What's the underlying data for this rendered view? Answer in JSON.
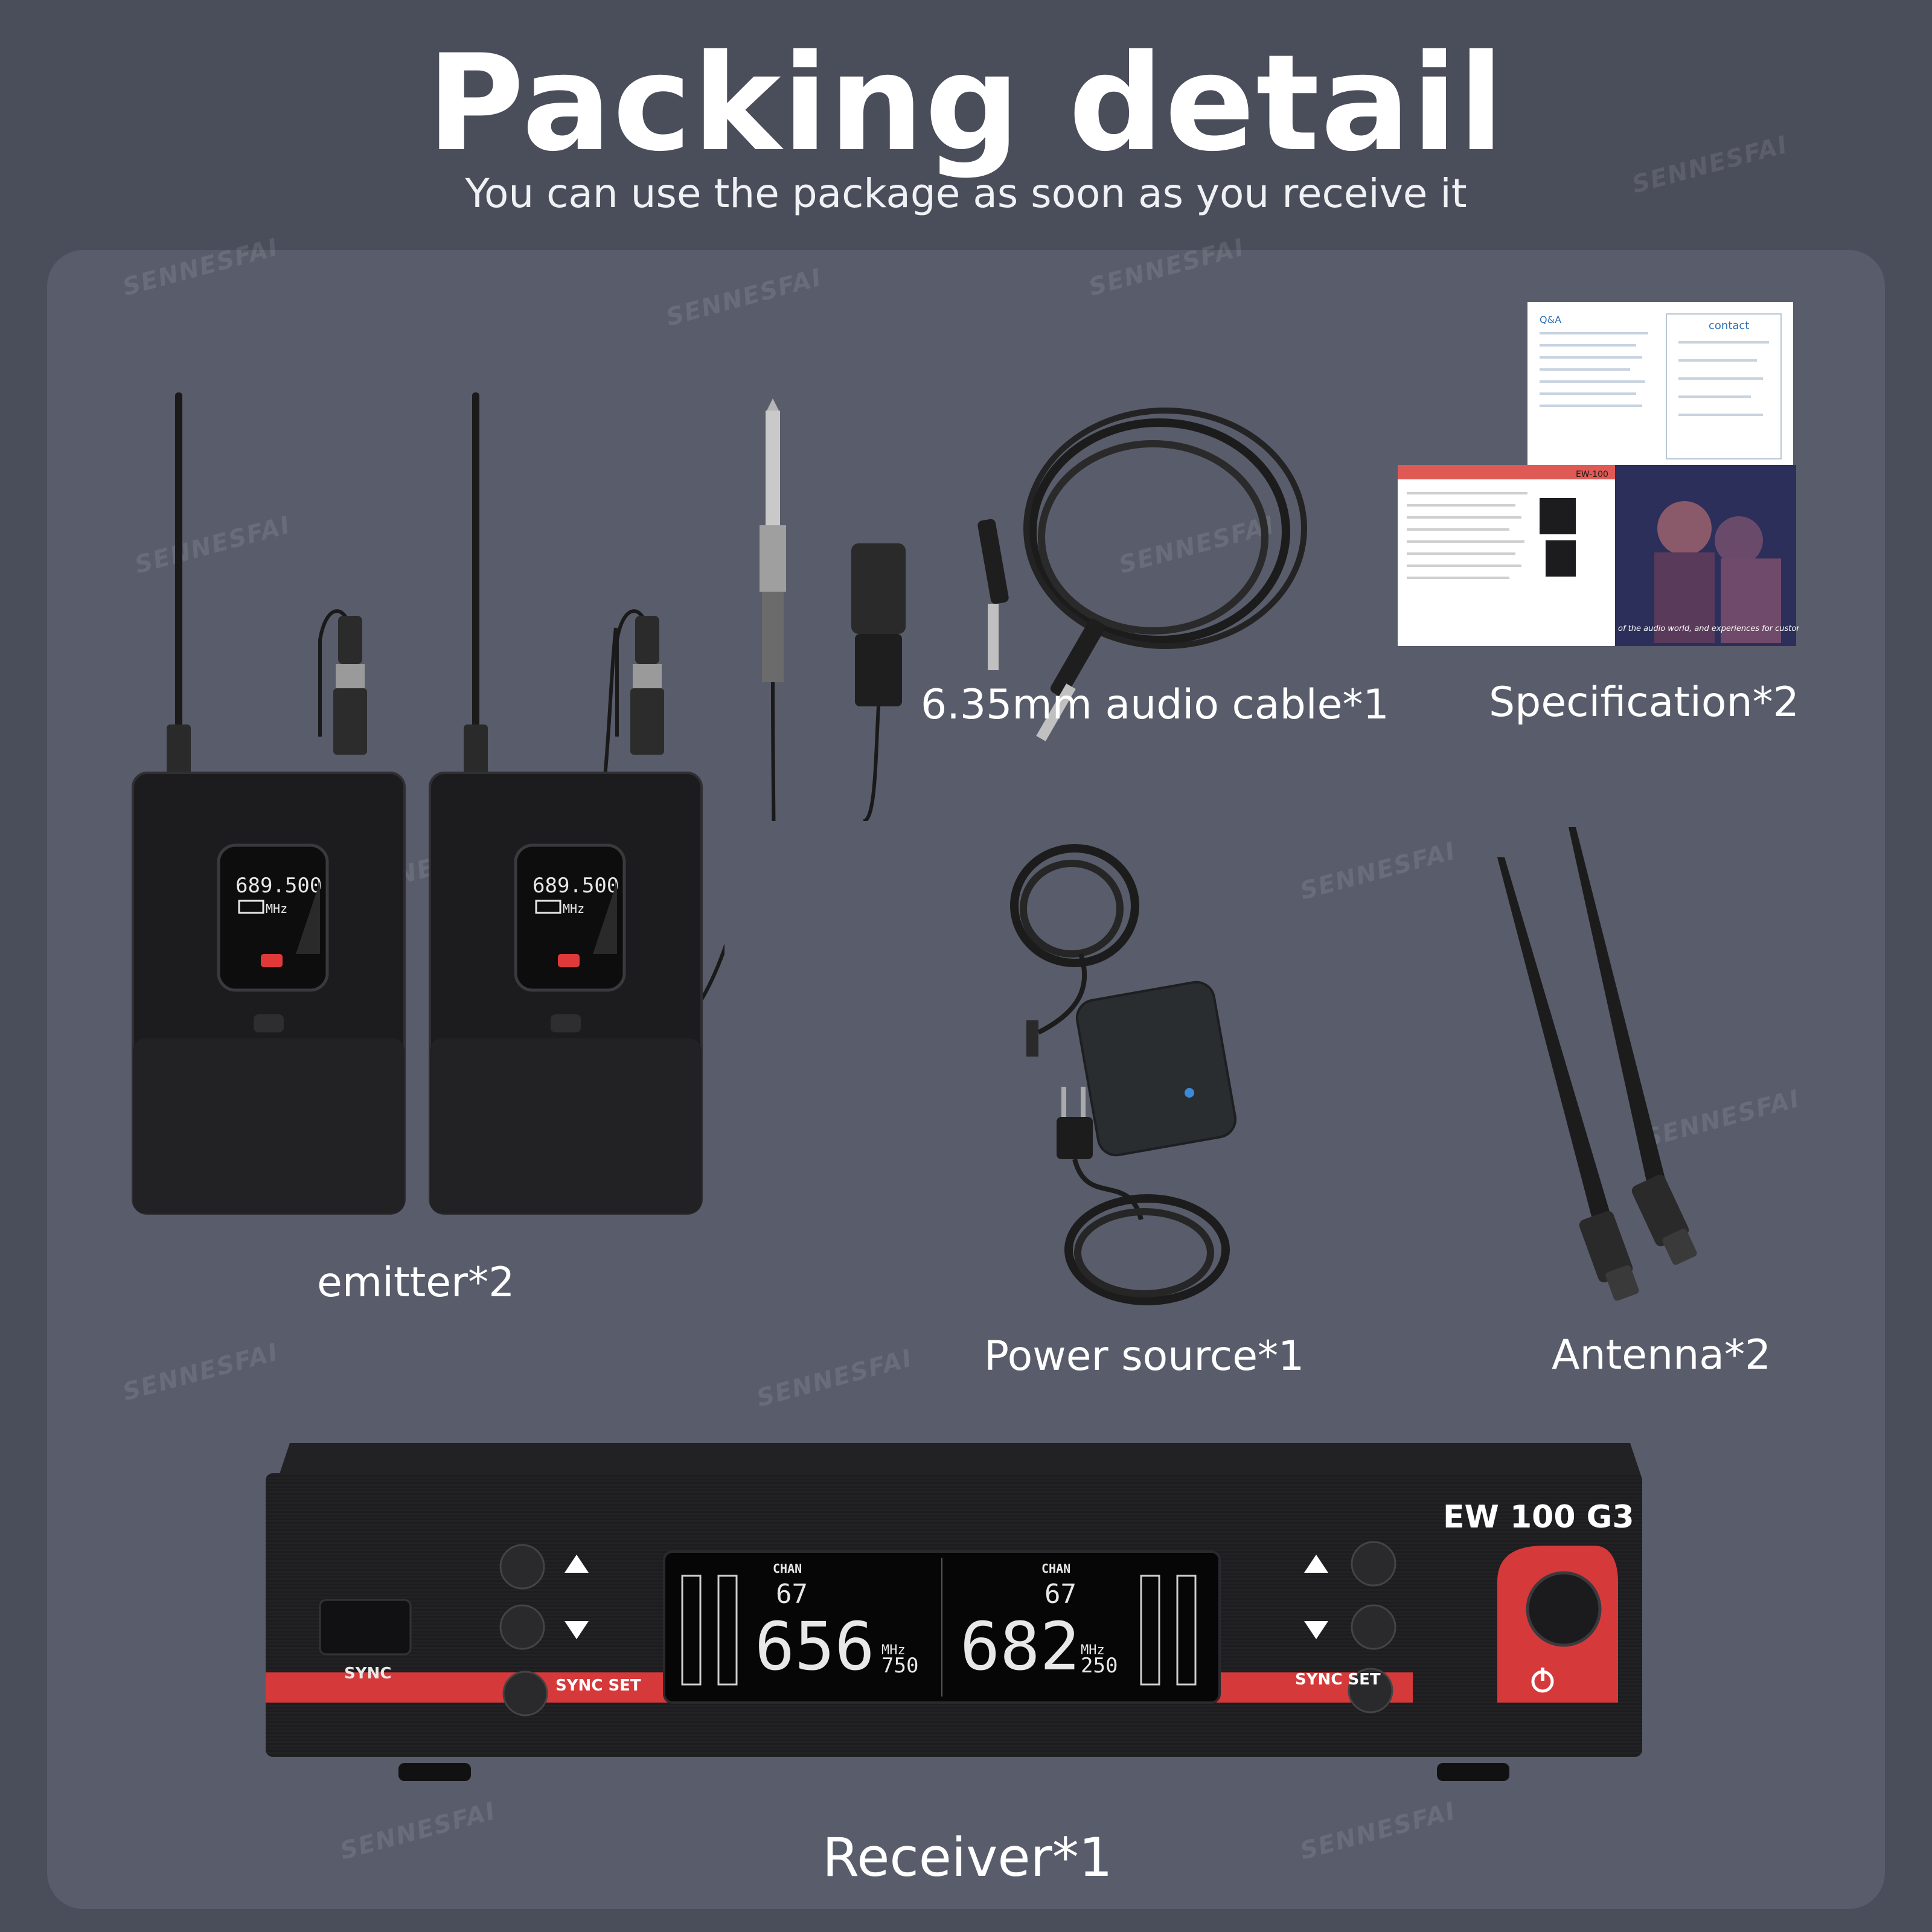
{
  "header": {
    "title": "Packing detail",
    "subtitle": "You can use the package as soon as you receive it"
  },
  "watermark": "SENNESFAI",
  "items": {
    "emitter": "emitter*2",
    "cable": "6.35mm audio cable*1",
    "specification": "Specification*2",
    "power": "Power source*1",
    "antenna": "Antenna*2",
    "receiver": "Receiver*1"
  },
  "emitter_display": {
    "freq": "689.500",
    "unit": "MHz"
  },
  "receiver": {
    "brand": "EW 100 G3",
    "sync_label": "SYNC",
    "sync_set_label": "SYNC SET",
    "chan_label": "CHAN",
    "left": {
      "chan": "67",
      "freq_main": "656",
      "freq_dec": "750",
      "unit": "MHz"
    },
    "right": {
      "chan": "67",
      "freq_main": "682",
      "freq_dec": "250",
      "unit": "MHz"
    }
  },
  "manual": {
    "qa_title": "Q&A",
    "contact_title": "contact",
    "model": "EW-100",
    "tagline": "of the audio world, and experiences for customers"
  },
  "colors": {
    "background": "#4a4d5a",
    "panel": "#595c6a",
    "accent_red": "#e0393a",
    "device_black": "#1c1c1e"
  }
}
